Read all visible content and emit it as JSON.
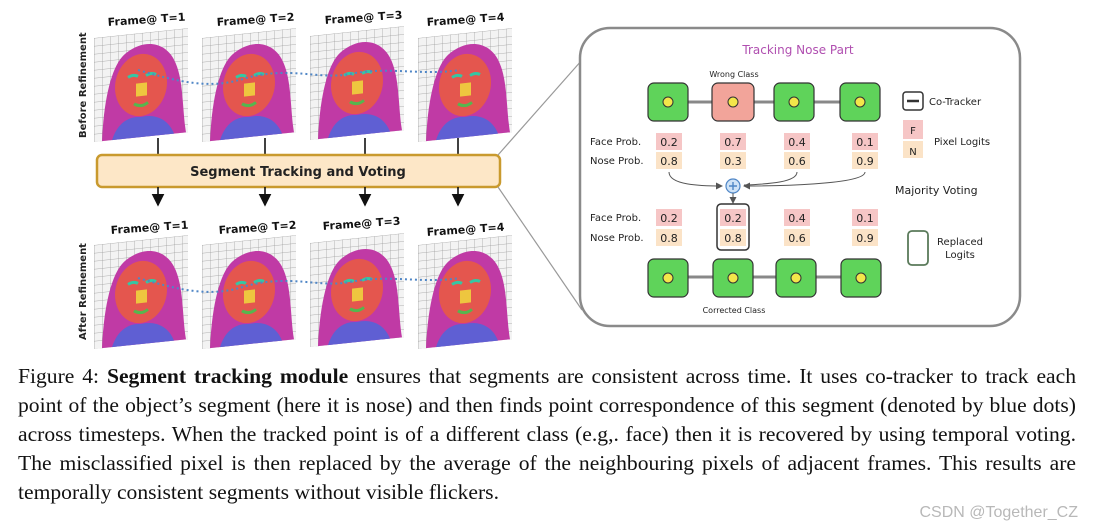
{
  "figure": {
    "frames_top": [
      "Frame@ T=1",
      "Frame@ T=2",
      "Frame@ T=3",
      "Frame@ T=4"
    ],
    "frames_bottom": [
      "Frame@ T=1",
      "Frame@ T=2",
      "Frame@ T=3",
      "Frame@ T=4"
    ],
    "label_before": "Before Refinement",
    "label_after": "After Refinement",
    "segment_box": "Segment Tracking and Voting",
    "panel": {
      "title": "Tracking Nose Part",
      "wrong_class": "Wrong Class",
      "corrected_class": "Corrected Class",
      "face_prob_label": "Face Prob.",
      "nose_prob_label": "Nose Prob.",
      "face_probs_top": [
        "0.2",
        "0.7",
        "0.4",
        "0.1"
      ],
      "nose_probs_top": [
        "0.8",
        "0.3",
        "0.6",
        "0.9"
      ],
      "face_probs_bottom": [
        "0.2",
        "0.2",
        "0.4",
        "0.1"
      ],
      "nose_probs_bottom": [
        "0.8",
        "0.8",
        "0.6",
        "0.9"
      ],
      "legend_cotracker": "Co-Tracker",
      "legend_pixel_logits": "Pixel Logits",
      "legend_f": "F",
      "legend_n": "N",
      "legend_majority": "Majority Voting",
      "legend_replaced_1": "Replaced",
      "legend_replaced_2": "Logits"
    },
    "colors": {
      "node_green": "#5fd35a",
      "node_wrong": "#f2a49a",
      "face_cell": "#f6c6c6",
      "nose_cell": "#fbe3c7",
      "box_fill": "#fde7c7",
      "box_border": "#c99a2e",
      "title_color": "#b04fb0",
      "dots": "#4f86c6"
    }
  },
  "caption": {
    "label": "Figure 4:",
    "bold": "Segment tracking module",
    "text": " ensures that segments are consistent across time. It uses co-tracker to track each point of the object’s segment (here it is nose) and then finds point correspondence of this segment (denoted by blue dots) across timesteps. When the tracked point is of a different class (e.g,. face) then it is recovered by using temporal voting. The misclassified pixel is then replaced by the average of the neighbouring pixels of adjacent frames. This results are temporally consistent segments without visible flickers."
  },
  "watermark": "CSDN @Together_CZ"
}
